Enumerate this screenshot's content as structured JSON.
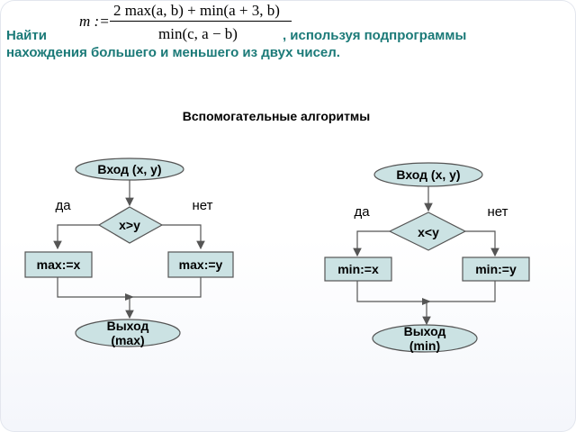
{
  "heading": {
    "prefix": "Найти",
    "suffix": ", используя подпрограммы",
    "line2": "нахождения большего и меньшего из двух чисел."
  },
  "formula": {
    "lhs": "m :=",
    "numerator": "2 max(a, b) + min(a + 3, b)",
    "denominator": "min(c, a − b)"
  },
  "subtitle": "Вспомогательные алгоритмы",
  "left_flow": {
    "entry": "Вход (x, y)",
    "condition": "x>y",
    "yes": "да",
    "no": "нет",
    "yes_action": "max:=x",
    "no_action": "max:=y",
    "exit_line1": "Выход",
    "exit_line2": "(max)"
  },
  "right_flow": {
    "entry": "Вход (x, y)",
    "condition": "x<y",
    "yes": "да",
    "no": "нет",
    "yes_action": "min:=x",
    "no_action": "min:=y",
    "exit_line1": "Выход",
    "exit_line2": "(min)"
  },
  "colors": {
    "heading": "#1b7a78",
    "shape_fill": "#cbe2e3",
    "stroke": "#555555"
  }
}
